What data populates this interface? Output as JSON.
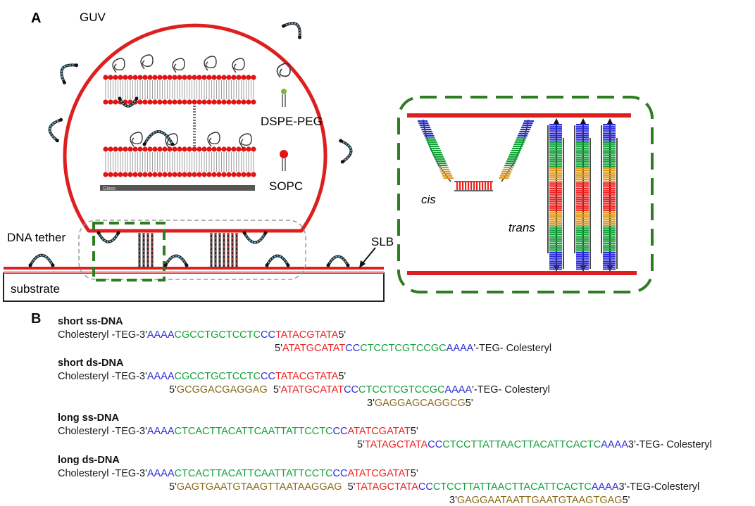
{
  "panel_a": {
    "letter": "A",
    "labels": {
      "guv": "GUV",
      "dspe_peg": "DSPE-PEG",
      "sopc": "SOPC",
      "glass": "Glass",
      "dna_tether": "DNA tether",
      "slb": "SLB",
      "substrate": "substrate",
      "cis": "cis",
      "trans": "trans"
    }
  },
  "panel_b": {
    "letter": "B",
    "sections": [
      {
        "title": "short ss-DNA",
        "lines": [
          [
            [
              "Cholesteryl -TEG-3'",
              "k"
            ],
            [
              "AAAA",
              "b"
            ],
            [
              "CGCCTGCTCCTC",
              "g"
            ],
            [
              "CC",
              "b"
            ],
            [
              "TATACGTATA",
              "r"
            ],
            [
              "5'",
              "k"
            ]
          ],
          [
            [
              "5'",
              "k"
            ],
            [
              "ATATGCATAT",
              "r"
            ],
            [
              "CC",
              "b"
            ],
            [
              "CTCCTCGTCCGC",
              "g"
            ],
            [
              "AAAA",
              "b"
            ],
            [
              "'-TEG- Colesteryl",
              "k"
            ]
          ]
        ]
      },
      {
        "title": "short ds-DNA",
        "lines": [
          [
            [
              "Cholesteryl -TEG-3'",
              "k"
            ],
            [
              "AAAA",
              "b"
            ],
            [
              "CGCCTGCTCCTC",
              "g"
            ],
            [
              "CC",
              "b"
            ],
            [
              "TATACGTATA",
              "r"
            ],
            [
              "5'",
              "k"
            ]
          ],
          [
            [
              "5'",
              "k"
            ],
            [
              "GCGGACGAGGAG",
              "n"
            ],
            [
              "  5'",
              "k"
            ],
            [
              "ATATGCATAT",
              "r"
            ],
            [
              "CC",
              "b"
            ],
            [
              "CTCCTCGTCCGC",
              "g"
            ],
            [
              "AAAA",
              "b"
            ],
            [
              "'-TEG- Colesteryl",
              "k"
            ]
          ],
          [
            [
              "3'",
              "k"
            ],
            [
              "GAGGAGCAGGCG",
              "n"
            ],
            [
              "5'",
              "k"
            ]
          ]
        ]
      },
      {
        "title": "long ss-DNA",
        "lines": [
          [
            [
              "Cholesteryl -TEG-3'",
              "k"
            ],
            [
              "AAAA",
              "b"
            ],
            [
              "CTCACTTACATTCAATTATTCCTC",
              "g"
            ],
            [
              "CC",
              "b"
            ],
            [
              "ATATCGATAT",
              "r"
            ],
            [
              "5'",
              "k"
            ]
          ],
          [
            [
              "5'",
              "k"
            ],
            [
              "TATAGCTATA",
              "r"
            ],
            [
              "CC",
              "b"
            ],
            [
              "CTCCTTATTAACTTACATTCACTC",
              "g"
            ],
            [
              "AAAA",
              "b"
            ],
            [
              "3'-TEG- Colesteryl",
              "k"
            ]
          ]
        ]
      },
      {
        "title": "long ds-DNA",
        "lines": [
          [
            [
              "Cholesteryl -TEG-3'",
              "k"
            ],
            [
              "AAAA",
              "b"
            ],
            [
              "CTCACTTACATTCAATTATTCCTC",
              "g"
            ],
            [
              "CC",
              "b"
            ],
            [
              "ATATCGATAT",
              "r"
            ],
            [
              "5'",
              "k"
            ]
          ],
          [
            [
              "5'",
              "k"
            ],
            [
              "GAGTGAATGTAAGTTAATAAGGAG",
              "n"
            ],
            [
              "  5'",
              "k"
            ],
            [
              "TATAGCTATA",
              "r"
            ],
            [
              "CC",
              "b"
            ],
            [
              "CTCCTTATTAACTTACATTCACTC",
              "g"
            ],
            [
              "AAAA",
              "b"
            ],
            [
              "3'-TEG-Colesteryl",
              "k"
            ]
          ],
          [
            [
              "3'",
              "k"
            ],
            [
              "GAGGAATAATTGAATGTAAGTGAG",
              "n"
            ],
            [
              "5'",
              "k"
            ]
          ]
        ]
      }
    ]
  },
  "colors": {
    "membrane_red": "#dd1f1f",
    "dash_green": "#2e7d22",
    "seg_blue": "#2b2bd8",
    "seg_green": "#15a03a",
    "seg_red": "#ee2222",
    "seg_brown": "#8a6a1a"
  }
}
